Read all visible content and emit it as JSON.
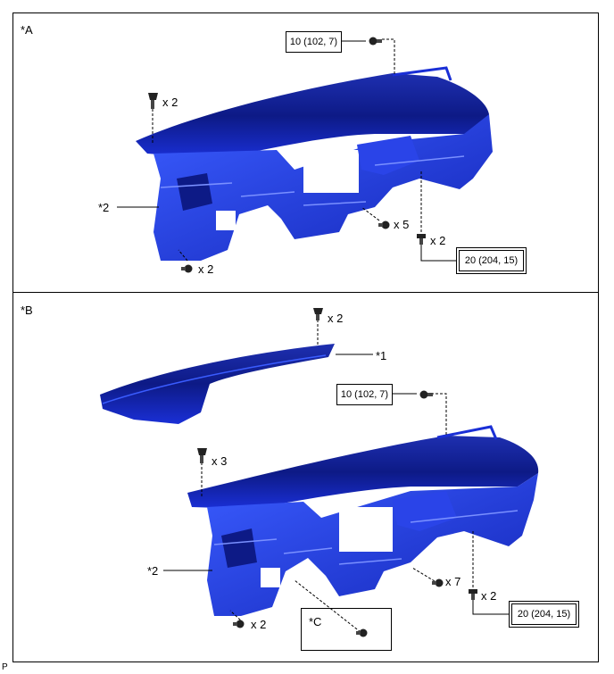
{
  "panel_a": {
    "label": "*A",
    "torque_upper": "10 (102, 7)",
    "torque_lower": "20 (204, 15)",
    "qty_left_bolt": "x 2",
    "qty_center": "x 5",
    "qty_right": "x 2",
    "qty_bottom": "x 2",
    "part_2": "*2"
  },
  "panel_b": {
    "label": "*B",
    "qty_top": "x 2",
    "part_1": "*1",
    "torque_upper": "10 (102, 7)",
    "qty_left": "x 3",
    "part_2": "*2",
    "qty_center": "x 7",
    "qty_right": "x 2",
    "torque_lower": "20 (204, 15)",
    "qty_bottom": "x 2",
    "view_c": "*C"
  },
  "colors": {
    "part_blue": "#1a2fd6",
    "part_dark": "#0b1a8c",
    "part_light": "#3a5cff"
  },
  "footer_code": "P"
}
